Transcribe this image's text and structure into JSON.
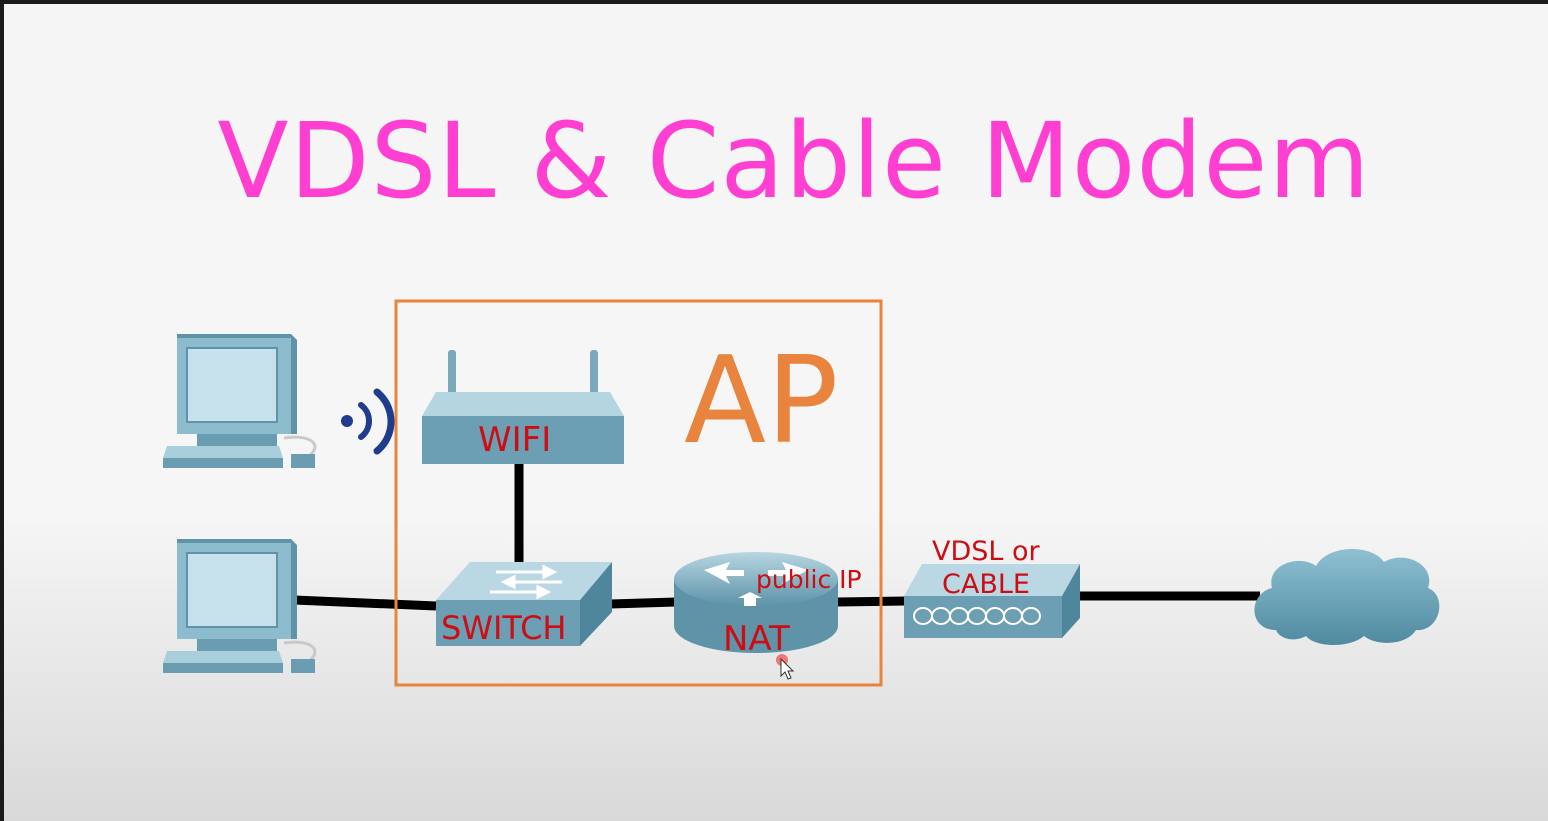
{
  "title": "VDSL & Cable Modem",
  "ap_box": {
    "label": "AP",
    "color": "#e8843d"
  },
  "devices": {
    "wifi": {
      "label": "WIFI"
    },
    "switch": {
      "label": "SWITCH"
    },
    "router": {
      "label": "NAT",
      "port_label": "public IP"
    },
    "modem": {
      "label_line1": "VDSL or",
      "label_line2": "CABLE"
    }
  },
  "colors": {
    "title": "#ff3fd2",
    "device_label": "#cc0e14",
    "device_body": "#7fb2c4",
    "link": "#000000"
  },
  "icons": [
    "computer-icon",
    "wireless-signal-icon",
    "wifi-router-icon",
    "switch-icon",
    "router-icon",
    "modem-icon",
    "cloud-icon"
  ]
}
